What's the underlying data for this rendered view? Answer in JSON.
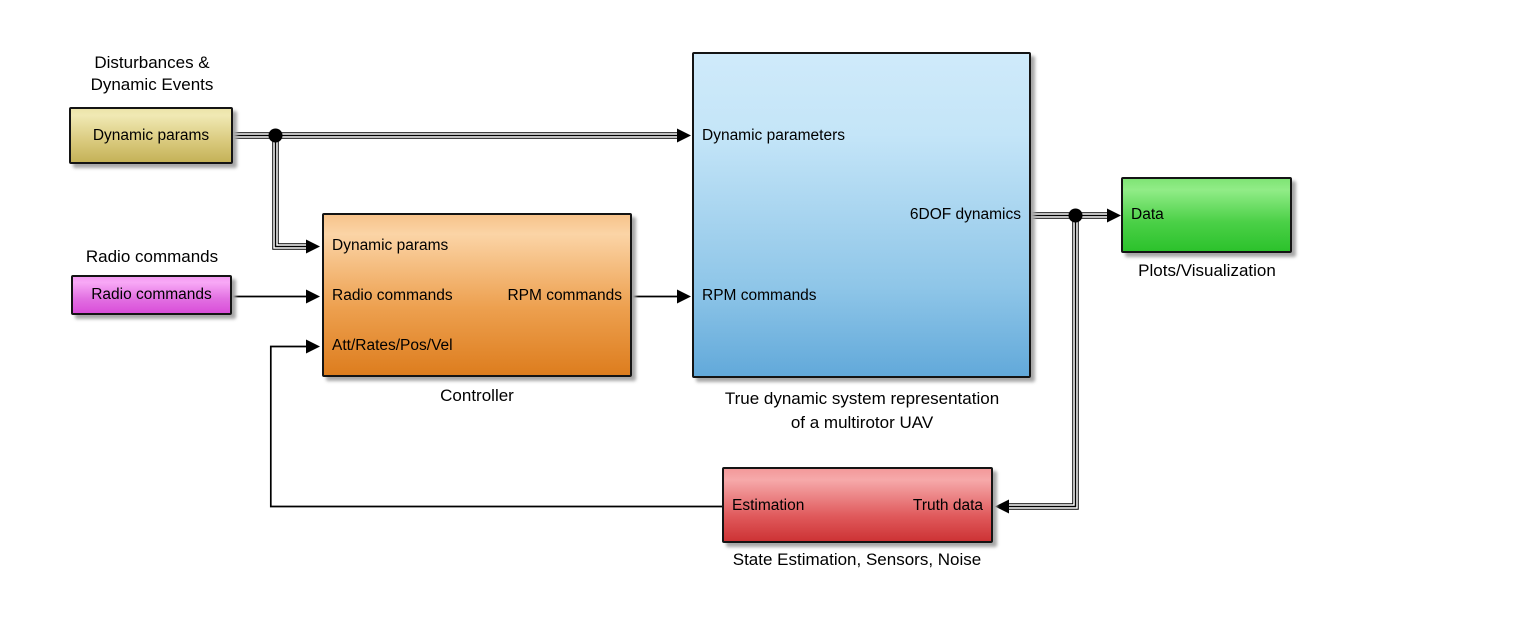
{
  "diagram": {
    "background": "#ffffff",
    "line_color": "#000000",
    "blocks": {
      "disturbances": {
        "name_line1": "Disturbances &",
        "name_line2": "Dynamic Events",
        "body_label": "Dynamic params",
        "fill_top": "#ece4a9",
        "fill_bottom": "#c5b258"
      },
      "radio_source": {
        "name": "Radio commands",
        "body_label": "Radio commands",
        "fill_top": "#f49af2",
        "fill_bottom": "#d94ed9"
      },
      "controller": {
        "caption": "Controller",
        "in_ports": [
          "Dynamic params",
          "Radio commands",
          "Att/Rates/Pos/Vel"
        ],
        "out_port": "RPM commands",
        "fill_top": "#f7c38b",
        "fill_bottom": "#dd7d1e"
      },
      "plant": {
        "caption_line1": "True dynamic system representation",
        "caption_line2": "of a multirotor UAV",
        "in_ports": [
          "Dynamic parameters",
          "RPM commands"
        ],
        "out_port": "6DOF dynamics",
        "fill_top": "#cfeafa",
        "fill_bottom": "#62a9da"
      },
      "visualization": {
        "caption": "Plots/Visualization",
        "in_port": "Data",
        "fill_top": "#7fe475",
        "fill_bottom": "#2cc22c"
      },
      "estimation": {
        "caption": "State Estimation, Sensors, Noise",
        "out_port": "Estimation",
        "in_port": "Truth data",
        "fill_top": "#f3999a",
        "fill_bottom": "#cd3335"
      }
    }
  }
}
